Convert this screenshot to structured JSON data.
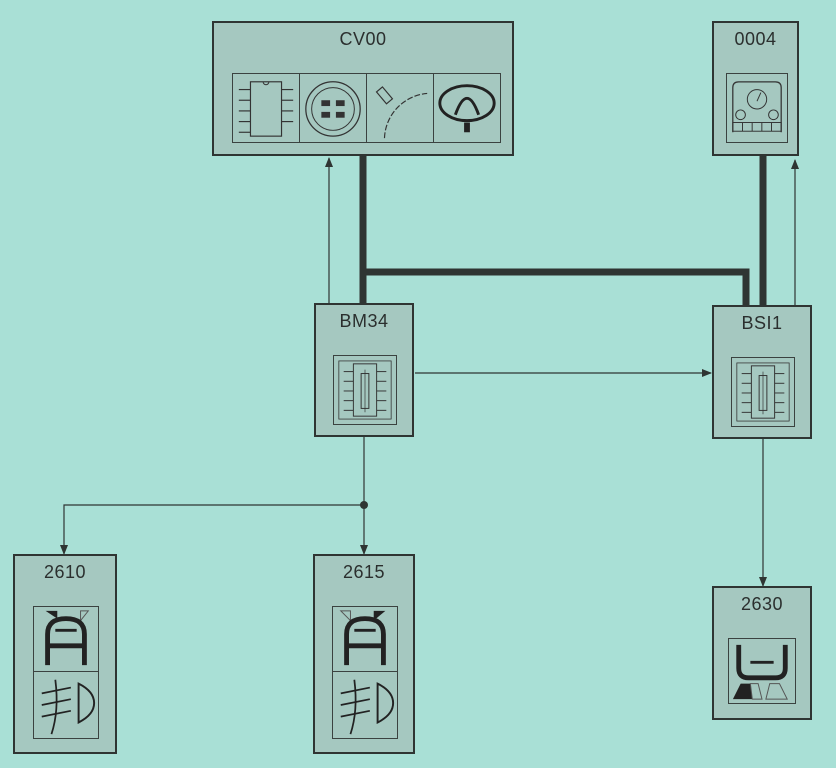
{
  "diagram": {
    "background_color": "#a9e0d6",
    "module_color": "#a5c8c0",
    "line_color": "#2f3533",
    "modules": {
      "cv00": {
        "label": "CV00",
        "icons": [
          "ic-chip-icon",
          "switch-module-icon",
          "steering-angle-sensor-icon",
          "steering-wheel-icon"
        ]
      },
      "m0004": {
        "label": "0004",
        "icons": [
          "instrument-cluster-icon"
        ]
      },
      "bm34": {
        "label": "BM34",
        "icons": [
          "ic-chip-icon"
        ]
      },
      "bsi1": {
        "label": "BSI1",
        "icons": [
          "ic-chip-icon"
        ]
      },
      "m2610": {
        "label": "2610",
        "icons": [
          "cornering-lamp-left-icon",
          "fog-lamp-icon"
        ]
      },
      "m2615": {
        "label": "2615",
        "icons": [
          "cornering-lamp-right-icon",
          "fog-lamp-icon"
        ]
      },
      "m2630": {
        "label": "2630",
        "icons": [
          "wiper-washer-icon"
        ]
      }
    },
    "connections": [
      {
        "from": "BM34",
        "to": "CV00",
        "type": "signal"
      },
      {
        "from": "CV00",
        "to": "BSI1",
        "type": "bus"
      },
      {
        "from": "BSI1",
        "to": "0004",
        "type": "bus"
      },
      {
        "from": "BSI1",
        "to": "0004",
        "type": "signal"
      },
      {
        "from": "BM34",
        "to": "BSI1",
        "type": "signal"
      },
      {
        "from": "BM34",
        "to": "2610",
        "type": "signal"
      },
      {
        "from": "BM34",
        "to": "2615",
        "type": "signal"
      },
      {
        "from": "BSI1",
        "to": "2630",
        "type": "signal"
      }
    ]
  }
}
